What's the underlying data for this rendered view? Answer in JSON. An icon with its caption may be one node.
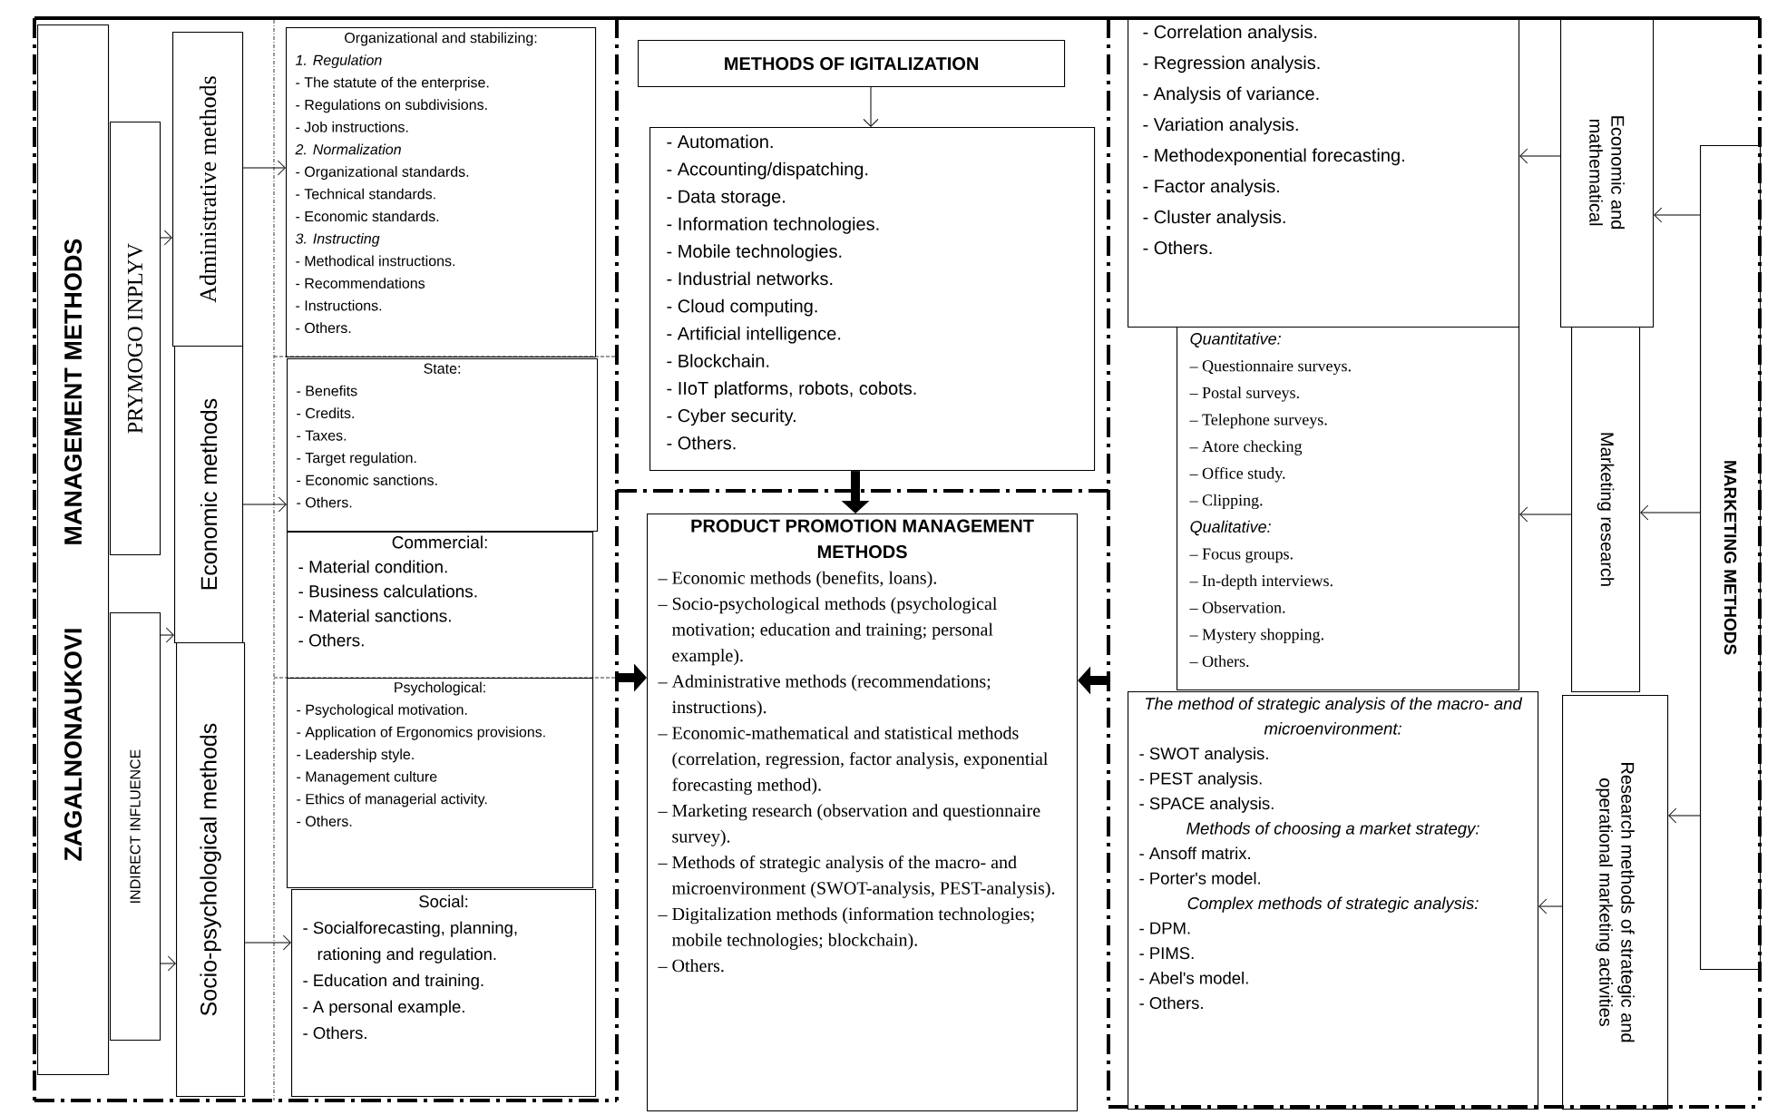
{
  "diagram": {
    "nodes": [
      {
        "text": [
          "ZAGALNONAUKOVI",
          "MANAGEMENT METHODS"
        ]
      },
      {
        "text": [
          "PRYMOGO INPLYV"
        ]
      },
      {
        "text": [
          "INDIRECT INFLUENCE"
        ]
      },
      {
        "text": [
          "Administrative methods"
        ]
      },
      {
        "text": [
          "Economic methods"
        ]
      },
      {
        "text": [
          "Socio-psychological methods"
        ]
      },
      {
        "text": [
          "Organizational and stabilizing:",
          "1. Regulation",
          "- The statute of the enterprise.",
          "- Regulations on subdivisions.",
          "- Job instructions.",
          "2. Normalization",
          "- Organizational standards.",
          "- Technical standards.",
          "- Economic standards.",
          "3. Instructing",
          "- Methodical instructions.",
          "- Recommendations",
          "- Instructions.",
          "- Others."
        ]
      },
      {
        "text": [
          "State:",
          "- Benefits",
          "- Credits.",
          "- Taxes.",
          "- Target regulation.",
          "- Economic sanctions.",
          "- Others."
        ]
      },
      {
        "text": [
          "Commercial:",
          "- Material condition.",
          "- Business calculations.",
          "- Material sanctions.",
          "- Others."
        ]
      },
      {
        "text": [
          "Psychological:",
          "- Psychological motivation.",
          "- Application of Ergonomics provisions.",
          "- Leadership style.",
          "- Management culture",
          "- Ethics of managerial activity.",
          "- Others."
        ]
      },
      {
        "text": [
          "Social:",
          "- Socialforecasting, planning, rationing and regulation.",
          "- Education and training.",
          "- A personal example.",
          "- Others."
        ]
      },
      {
        "text": [
          "METHODS OF IGITALIZATION"
        ]
      },
      {
        "text": [
          "- Automation.",
          "- Accounting/dispatching.",
          "- Data storage.",
          "- Information technologies.",
          "- Mobile technologies.",
          "- Industrial networks.",
          "- Cloud computing.",
          "- Artificial intelligence.",
          "- Blockchain.",
          "- IIoT platforms, robots, cobots.",
          "- Cyber security.",
          "- Others."
        ]
      },
      {
        "text": [
          "PRODUCT PROMOTION MANAGEMENT METHODS",
          "– Economic methods (benefits, loans).",
          "– Socio-psychological methods (psychological motivation; education and training; personal example).",
          "– Administrative methods (recommendations; instructions).",
          "– Economic-mathematical and statistical methods (correlation, regression, factor analysis, exponential forecasting method).",
          "– Marketing research (observation and questionnaire survey).",
          "– Methods of strategic analysis of the macro- and microenvironment (SWOT-analysis, PEST-analysis).",
          "– Digitalization methods (information technologies; mobile technologies; blockchain).",
          "– Others."
        ]
      },
      {
        "text": [
          "- Correlation analysis.",
          "- Regression analysis.",
          "- Analysis of variance.",
          "- Variation analysis.",
          "- Methodexponential forecasting.",
          "- Factor analysis.",
          "- Cluster analysis.",
          "- Others."
        ]
      },
      {
        "text": [
          "Quantitative:",
          "– Questionnaire surveys.",
          "– Postal surveys.",
          "– Telephone surveys.",
          "– Atore checking",
          "– Office study.",
          "– Clipping.",
          "Qualitative:",
          "– Focus groups.",
          "– In-depth interviews.",
          "– Observation.",
          "– Mystery shopping.",
          "– Others."
        ]
      },
      {
        "text": [
          "The method of strategic analysis of the macro- and microenvironment:",
          "- SWOT analysis.",
          "- PEST analysis.",
          "- SPACE analysis.",
          "Methods of choosing a market strategy:",
          "- Ansoff matrix.",
          "- Porter's model.",
          "Complex methods of strategic analysis:",
          "- DPM.",
          "- PIMS.",
          "- Abel's model.",
          "- Others."
        ]
      },
      {
        "text": [
          "Economic and mathematical"
        ]
      },
      {
        "text": [
          "Marketing research"
        ]
      },
      {
        "text": [
          "Research methods of strategic and operational marketing activities"
        ]
      },
      {
        "text": [
          "MARKETING METHODS"
        ]
      }
    ],
    "edges": [
      {
        "from": 1,
        "to": 3,
        "arrow": "to"
      },
      {
        "from": 2,
        "to": 4,
        "arrow": "to"
      },
      {
        "from": 2,
        "to": 5,
        "arrow": "to"
      },
      {
        "from": 3,
        "to": 6,
        "arrow": "to"
      },
      {
        "from": 4,
        "to": 7,
        "arrow": "to"
      },
      {
        "from": 5,
        "to": 10,
        "arrow": "to"
      },
      {
        "from": 11,
        "to": 12,
        "arrow": "to"
      },
      {
        "from": 12,
        "to": 13,
        "arrow": "to",
        "style": "thick"
      },
      {
        "from": null,
        "to": 13,
        "arrow": "to",
        "style": "thick"
      },
      {
        "from": null,
        "to": 13,
        "arrow": "to",
        "style": "thick"
      },
      {
        "from": 17,
        "to": 14,
        "arrow": "to"
      },
      {
        "from": 20,
        "to": 17,
        "arrow": "to"
      },
      {
        "from": 18,
        "to": 15,
        "arrow": "to"
      },
      {
        "from": 20,
        "to": 18,
        "arrow": "to"
      },
      {
        "from": 20,
        "to": 19,
        "arrow": "to"
      },
      {
        "from": 19,
        "to": 16,
        "arrow": "to"
      }
    ]
  }
}
